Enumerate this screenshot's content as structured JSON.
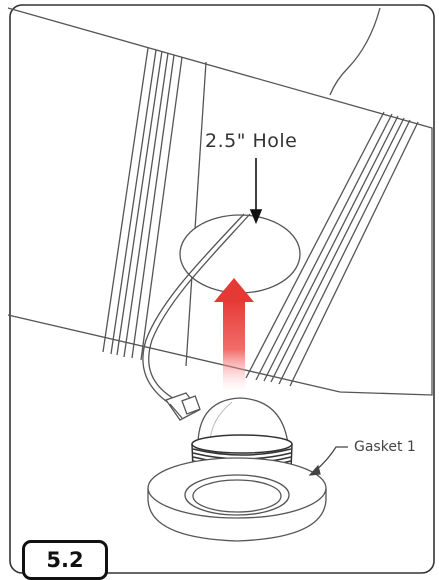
{
  "labels": {
    "hole": "2.5\" Hole",
    "gasket": "Gasket 1"
  },
  "step": {
    "number": "5.2"
  },
  "colors": {
    "arrow": "#e53935",
    "line": "#555555",
    "frame": "#333333"
  },
  "icons": {
    "install_arrow": "arrow-up-icon"
  }
}
